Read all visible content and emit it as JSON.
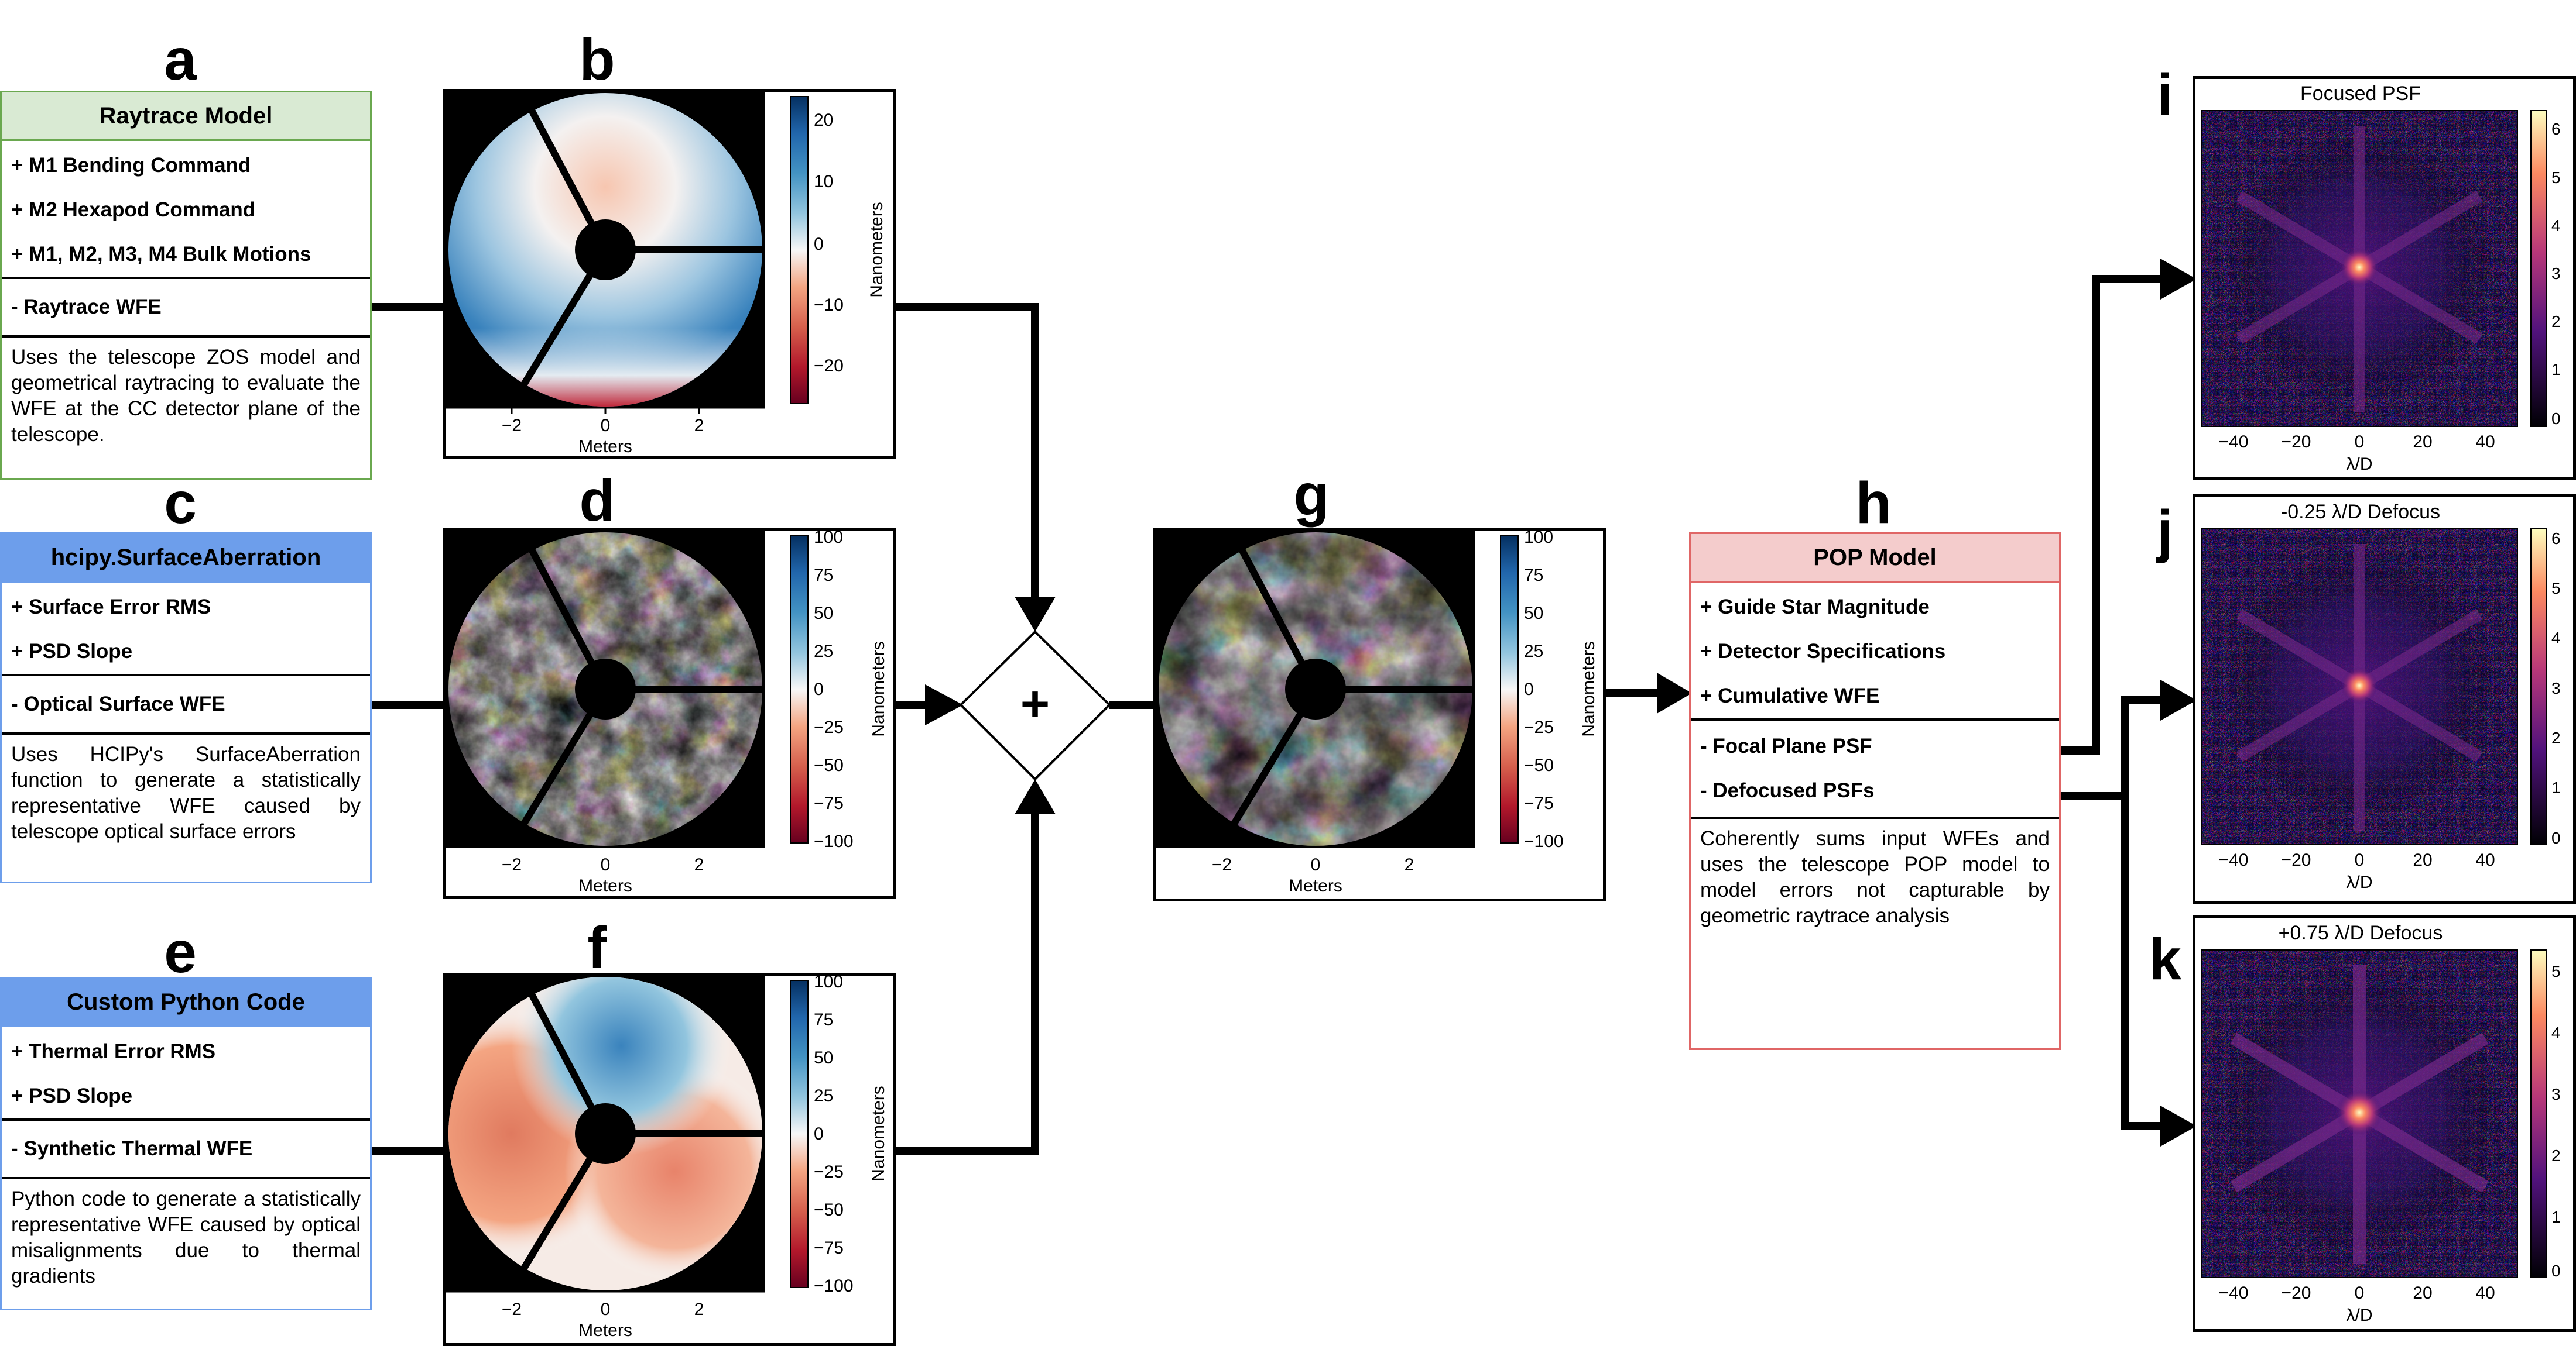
{
  "letters": {
    "a": "a",
    "b": "b",
    "c": "c",
    "d": "d",
    "e": "e",
    "f": "f",
    "g": "g",
    "h": "h",
    "i": "i",
    "j": "j",
    "k": "k"
  },
  "cards": {
    "raytrace": {
      "title": "Raytrace Model",
      "inputs": [
        "+ M1 Bending Command",
        "+ M2 Hexapod Command",
        "+ M1, M2, M3, M4 Bulk Motions"
      ],
      "outputs": [
        "- Raytrace WFE"
      ],
      "description": "Uses the telescope ZOS model and geometrical raytracing to evaluate the WFE at the CC detector plane of the telescope."
    },
    "hcipy": {
      "title": "hcipy.SurfaceAberration",
      "inputs": [
        "+ Surface Error RMS",
        "+ PSD Slope"
      ],
      "outputs": [
        "- Optical Surface WFE"
      ],
      "description": "Uses HCIPy's SurfaceAberration function to generate a statistically representative WFE caused by telescope optical surface errors"
    },
    "custom": {
      "title": "Custom Python Code",
      "inputs": [
        "+ Thermal Error RMS",
        "+ PSD Slope"
      ],
      "outputs": [
        "- Synthetic Thermal WFE"
      ],
      "description": "Python code to generate a statistically representative WFE caused by optical misalignments due to thermal gradients"
    },
    "pop": {
      "title": "POP Model",
      "inputs": [
        "+ Guide Star Magnitude",
        "+ Detector Specifications",
        "+ Cumulative WFE"
      ],
      "outputs": [
        "- Focal Plane PSF",
        "- Defocused PSFs"
      ],
      "description": "Coherently sums input WFEs and uses the telescope POP model to model errors not capturable by geometric raytrace analysis"
    }
  },
  "sum_symbol": "+",
  "wfe_maps": {
    "b": {
      "ticks": [
        "20",
        "10",
        "0",
        "−10",
        "−20"
      ],
      "xticks": [
        "−2",
        "0",
        "2"
      ],
      "xlabel": "Meters",
      "ylabel": "Nanometers"
    },
    "d": {
      "ticks": [
        "100",
        "75",
        "50",
        "25",
        "0",
        "−25",
        "−50",
        "−75",
        "−100"
      ],
      "xticks": [
        "−2",
        "0",
        "2"
      ],
      "xlabel": "Meters",
      "ylabel": "Nanometers"
    },
    "f": {
      "ticks": [
        "100",
        "75",
        "50",
        "25",
        "0",
        "−25",
        "−50",
        "−75",
        "−100"
      ],
      "xticks": [
        "−2",
        "0",
        "2"
      ],
      "xlabel": "Meters",
      "ylabel": "Nanometers"
    },
    "g": {
      "ticks": [
        "100",
        "75",
        "50",
        "25",
        "0",
        "−25",
        "−50",
        "−75",
        "−100"
      ],
      "xticks": [
        "−2",
        "0",
        "2"
      ],
      "xlabel": "Meters",
      "ylabel": "Nanometers"
    }
  },
  "psf_panels": {
    "i": {
      "title": "Focused PSF",
      "cticks": [
        "6",
        "5",
        "4",
        "3",
        "2",
        "1",
        "0"
      ],
      "xticks": [
        "−40",
        "−20",
        "0",
        "20",
        "40"
      ],
      "xlabel": "λ/D"
    },
    "j": {
      "title": "-0.25 λ/D Defocus",
      "cticks": [
        "6",
        "5",
        "4",
        "3",
        "2",
        "1",
        "0"
      ],
      "xticks": [
        "−40",
        "−20",
        "0",
        "20",
        "40"
      ],
      "xlabel": "λ/D"
    },
    "k": {
      "title": "+0.75 λ/D Defocus",
      "cticks": [
        "5",
        "4",
        "3",
        "2",
        "1",
        "0"
      ],
      "xticks": [
        "−40",
        "−20",
        "0",
        "20",
        "40"
      ],
      "xlabel": "λ/D"
    }
  },
  "colors": {
    "green_border": "#6aa84f",
    "green_fill": "#d9ead3",
    "blue": "#6d9eeb",
    "red_border": "#e06666",
    "red_fill": "#f4cccc"
  }
}
